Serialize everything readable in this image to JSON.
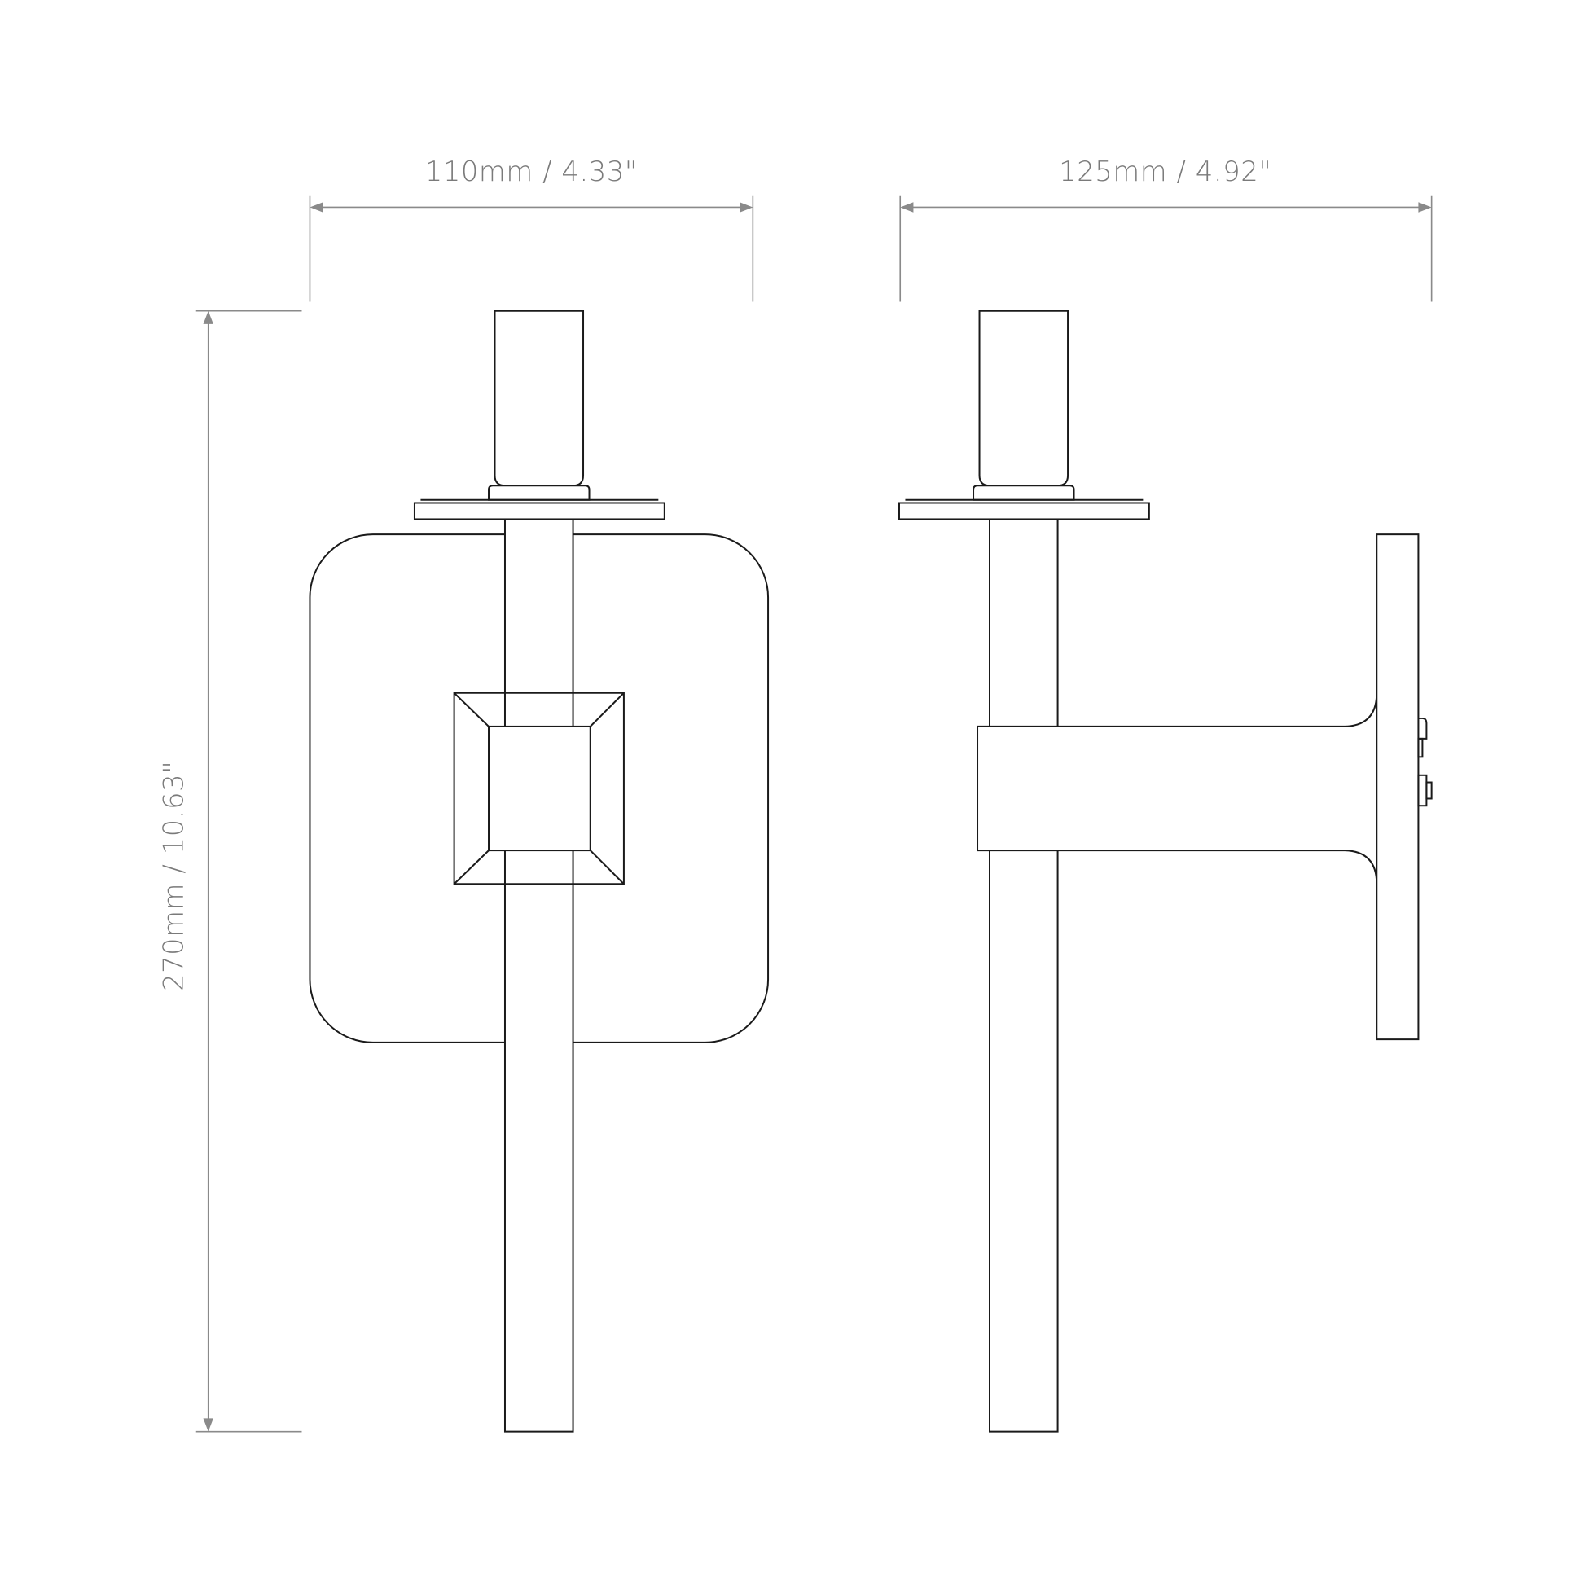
{
  "dimensions": {
    "front_width": "110mm / 4.33\"",
    "side_depth": "125mm / 4.92\"",
    "height": "270mm / 10.63\""
  },
  "colors": {
    "outline": "#1a1a1a",
    "dimension": "#8a8a8a"
  }
}
